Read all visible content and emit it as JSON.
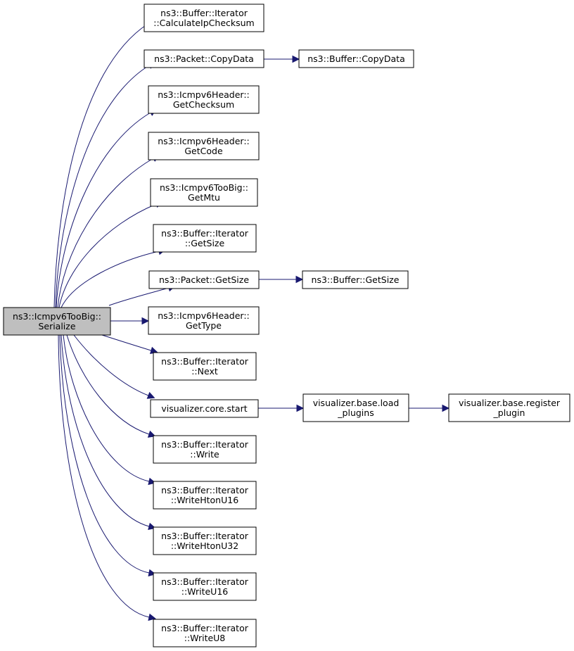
{
  "graph": {
    "colors": {
      "edge": "#191970",
      "root_fill": "#bfbfbf",
      "node_fill": "#ffffff",
      "node_border": "#000000"
    },
    "root": {
      "id": "serialize",
      "lines": [
        "ns3::Icmpv6TooBig::",
        "Serialize"
      ]
    },
    "nodes": [
      {
        "id": "calc_ip",
        "lines": [
          "ns3::Buffer::Iterator",
          "::CalculateIpChecksum"
        ]
      },
      {
        "id": "pkt_copydata",
        "lines": [
          "ns3::Packet::CopyData"
        ]
      },
      {
        "id": "buf_copydata",
        "lines": [
          "ns3::Buffer::CopyData"
        ]
      },
      {
        "id": "get_checksum",
        "lines": [
          "ns3::Icmpv6Header::",
          "GetChecksum"
        ]
      },
      {
        "id": "get_code",
        "lines": [
          "ns3::Icmpv6Header::",
          "GetCode"
        ]
      },
      {
        "id": "get_mtu",
        "lines": [
          "ns3::Icmpv6TooBig::",
          "GetMtu"
        ]
      },
      {
        "id": "it_getsize",
        "lines": [
          "ns3::Buffer::Iterator",
          "::GetSize"
        ]
      },
      {
        "id": "pkt_getsize",
        "lines": [
          "ns3::Packet::GetSize"
        ]
      },
      {
        "id": "buf_getsize",
        "lines": [
          "ns3::Buffer::GetSize"
        ]
      },
      {
        "id": "get_type",
        "lines": [
          "ns3::Icmpv6Header::",
          "GetType"
        ]
      },
      {
        "id": "it_next",
        "lines": [
          "ns3::Buffer::Iterator",
          "::Next"
        ]
      },
      {
        "id": "viz_start",
        "lines": [
          "visualizer.core.start"
        ]
      },
      {
        "id": "viz_load",
        "lines": [
          "visualizer.base.load",
          "_plugins"
        ]
      },
      {
        "id": "viz_register",
        "lines": [
          "visualizer.base.register",
          "_plugin"
        ]
      },
      {
        "id": "it_write",
        "lines": [
          "ns3::Buffer::Iterator",
          "::Write"
        ]
      },
      {
        "id": "it_writehton16",
        "lines": [
          "ns3::Buffer::Iterator",
          "::WriteHtonU16"
        ]
      },
      {
        "id": "it_writehton32",
        "lines": [
          "ns3::Buffer::Iterator",
          "::WriteHtonU32"
        ]
      },
      {
        "id": "it_writeu16",
        "lines": [
          "ns3::Buffer::Iterator",
          "::WriteU16"
        ]
      },
      {
        "id": "it_writeu8",
        "lines": [
          "ns3::Buffer::Iterator",
          "::WriteU8"
        ]
      }
    ],
    "edges": [
      [
        "serialize",
        "calc_ip"
      ],
      [
        "serialize",
        "pkt_copydata"
      ],
      [
        "pkt_copydata",
        "buf_copydata"
      ],
      [
        "serialize",
        "get_checksum"
      ],
      [
        "serialize",
        "get_code"
      ],
      [
        "serialize",
        "get_mtu"
      ],
      [
        "serialize",
        "it_getsize"
      ],
      [
        "serialize",
        "pkt_getsize"
      ],
      [
        "pkt_getsize",
        "buf_getsize"
      ],
      [
        "serialize",
        "get_type"
      ],
      [
        "serialize",
        "it_next"
      ],
      [
        "serialize",
        "viz_start"
      ],
      [
        "viz_start",
        "viz_load"
      ],
      [
        "viz_load",
        "viz_register"
      ],
      [
        "serialize",
        "it_write"
      ],
      [
        "serialize",
        "it_writehton16"
      ],
      [
        "serialize",
        "it_writehton32"
      ],
      [
        "serialize",
        "it_writeu16"
      ],
      [
        "serialize",
        "it_writeu8"
      ]
    ]
  }
}
